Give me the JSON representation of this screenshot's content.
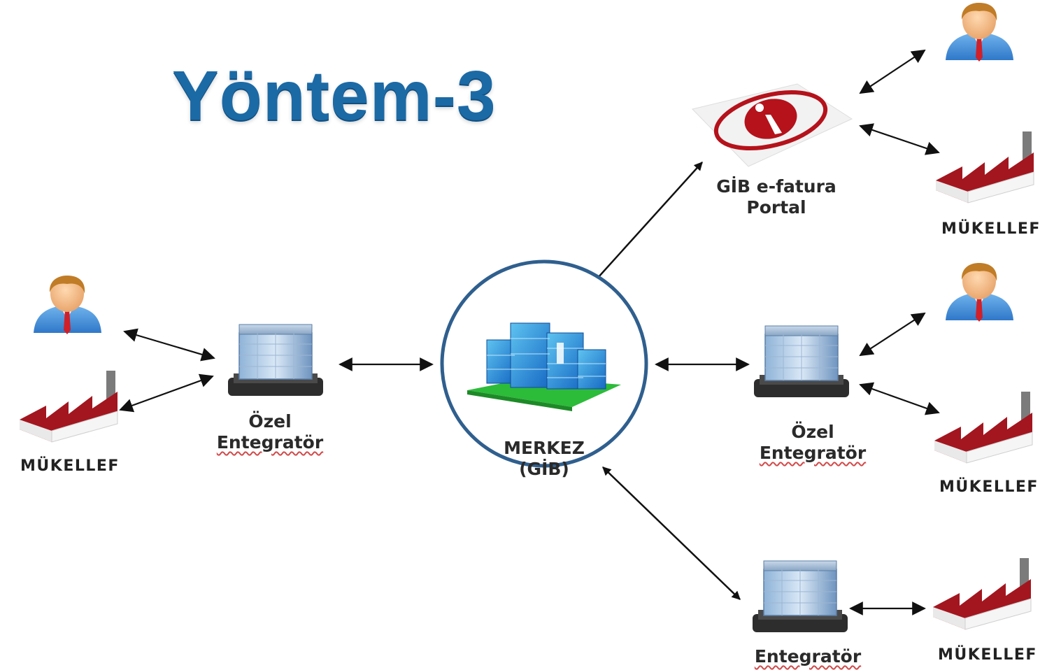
{
  "title": "Yöntem-3",
  "nodes": {
    "merkez": {
      "line1": "MERKEZ",
      "line2": "(GİB)"
    },
    "portal": {
      "line1": "GİB e-fatura",
      "line2": "Portal"
    },
    "ozel_left": {
      "line1": "Özel",
      "line2": "Entegratör"
    },
    "ozel_right": {
      "line1": "Özel",
      "line2": "Entegratör"
    },
    "entegrator_bottom": {
      "line1": "Entegratör"
    },
    "mukellef_label": "MÜKELLEF"
  },
  "colors": {
    "title": "#1b6aa6",
    "merkez_ring": "#2f5f8e",
    "factory_roof": "#a3161f",
    "portal_logo": "#b5121b"
  },
  "icons": [
    "user-icon",
    "factory-icon",
    "office-building-icon",
    "headquarters-icon",
    "portal-logo-icon"
  ]
}
